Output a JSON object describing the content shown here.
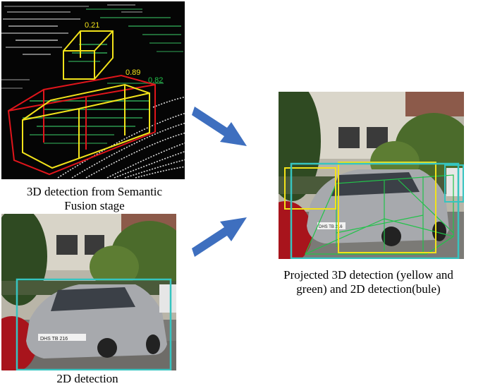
{
  "panels": {
    "lidar": {
      "scores": [
        "0.21",
        "0.89",
        "0.82"
      ],
      "caption_line1": "3D detection from Semantic",
      "caption_line2": "Fusion stage"
    },
    "detection2d": {
      "plate_text": "DHS TB 216",
      "caption": "2D detection"
    },
    "projected": {
      "plate_text": "DHS TB 216",
      "caption_line1": "Projected 3D detection (yellow and",
      "caption_line2": "green) and 2D detection(bule)"
    }
  },
  "colors": {
    "box_yellow": "#f2e21a",
    "box_red": "#e0151b",
    "box_green": "#22c24a",
    "box_cyan": "#36c4c0",
    "arrow_blue": "#3e6fbf",
    "lidar_background": "#050505"
  },
  "icons": [
    "arrow-right-down-icon",
    "arrow-right-up-icon"
  ]
}
